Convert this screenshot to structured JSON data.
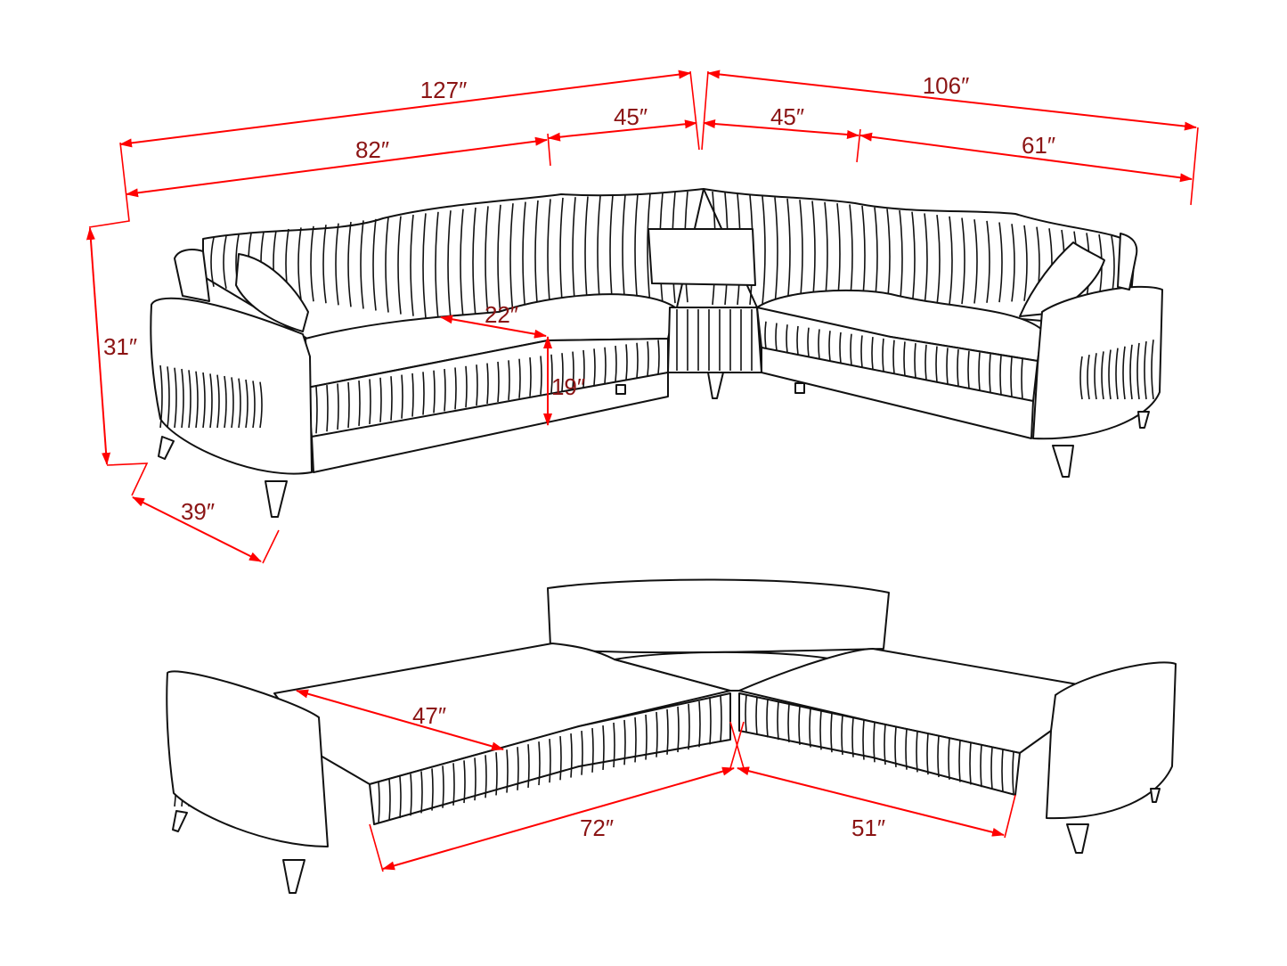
{
  "colors": {
    "dimension_line": "#ff0000",
    "dimension_label": "#8b1414",
    "outline": "#111111"
  },
  "dimensions": {
    "total_left_width": "127″",
    "left_section": "82″",
    "left_corner": "45″",
    "total_right_width": "106″",
    "right_corner": "45″",
    "right_section": "61″",
    "height": "31″",
    "depth": "39″",
    "seat_depth": "22″",
    "seat_height": "19″",
    "bed_depth": "47″",
    "bed_left_length": "72″",
    "bed_right_length": "51″"
  }
}
